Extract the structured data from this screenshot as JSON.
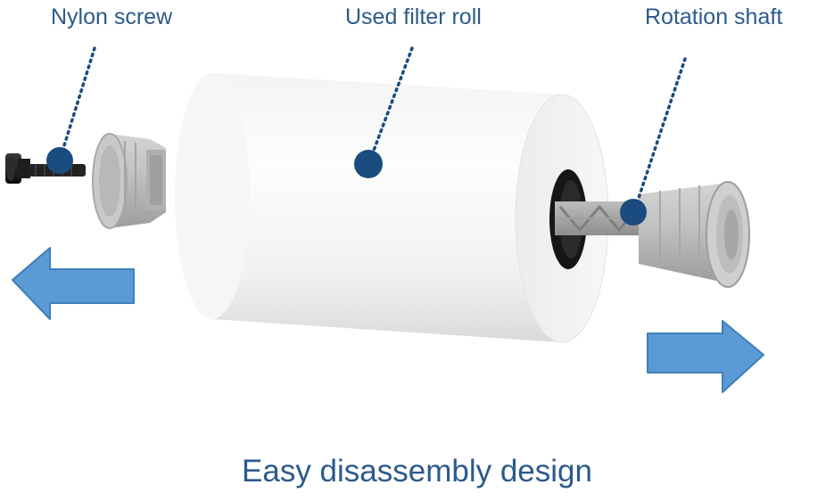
{
  "labels": {
    "nylon_screw": "Nylon screw",
    "filter_roll": "Used filter roll",
    "rotation_shaft": "Rotation shaft"
  },
  "caption": "Easy disassembly design",
  "colors": {
    "label_text": "#2c5a8c",
    "pointer_dot": "#1a4c80",
    "arrow_fill": "#5b9bd5",
    "arrow_stroke": "#3f7fb8"
  },
  "arrows": {
    "left": "arrow pointing left",
    "right": "arrow pointing right"
  }
}
